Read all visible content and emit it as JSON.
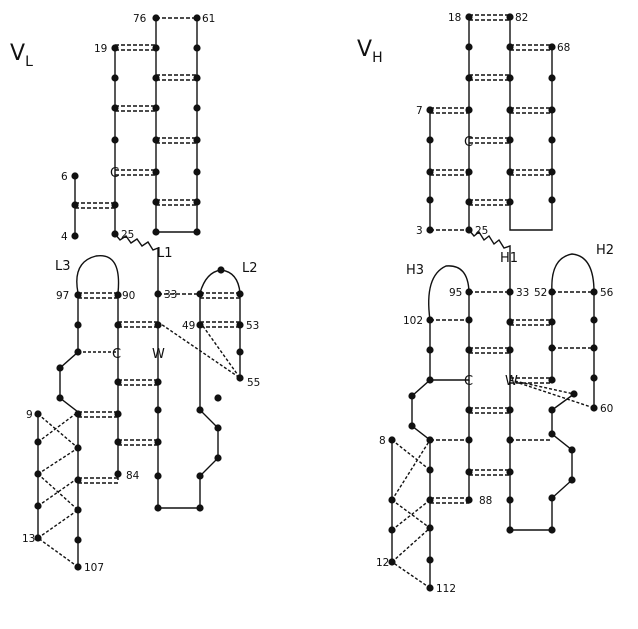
{
  "panels": [
    {
      "title": "V",
      "subscript": "L",
      "labels": [
        "76",
        "61",
        "19",
        "6",
        "4",
        "25",
        "C",
        "L1",
        "L3",
        "L2",
        "97",
        "90",
        "33",
        "49",
        "53",
        "C",
        "W",
        "55",
        "9",
        "84",
        "13",
        "107"
      ]
    },
    {
      "title": "V",
      "subscript": "H",
      "labels": [
        "18",
        "82",
        "68",
        "7",
        "C",
        "3",
        "25",
        "H1",
        "H2",
        "H3",
        "95",
        "33",
        "52",
        "56",
        "102",
        "C",
        "W",
        "60",
        "8",
        "88",
        "12",
        "112"
      ]
    }
  ]
}
